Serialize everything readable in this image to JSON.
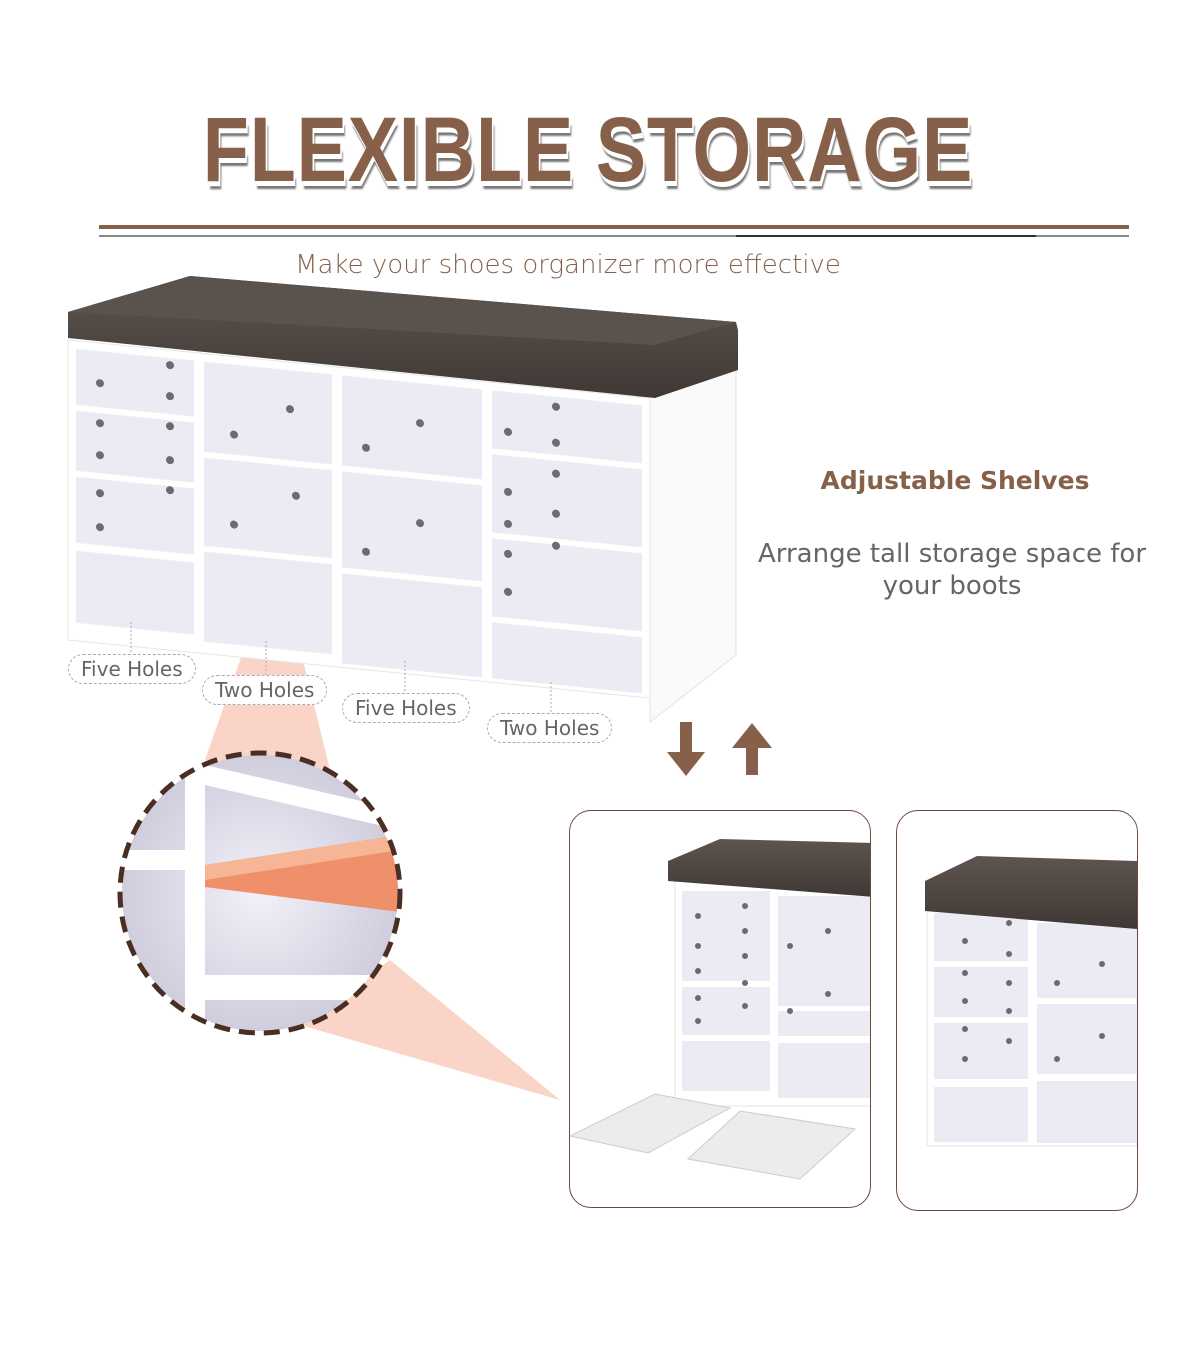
{
  "header": {
    "title": "FLEXIBLE STORAGE",
    "subtitle": "Make your shoes organizer more effective"
  },
  "feature": {
    "title": "Adjustable Shelves",
    "description_line1": "Arrange tall storage space for",
    "description_line2": "your boots"
  },
  "hole_labels": [
    "Five Holes",
    "Two Holes",
    "Five Holes",
    "Two Holes"
  ],
  "colors": {
    "brand": "#87604a",
    "seat": "#524a45",
    "compartment": "#ecebf4",
    "highlight": "#f8cdbd"
  }
}
